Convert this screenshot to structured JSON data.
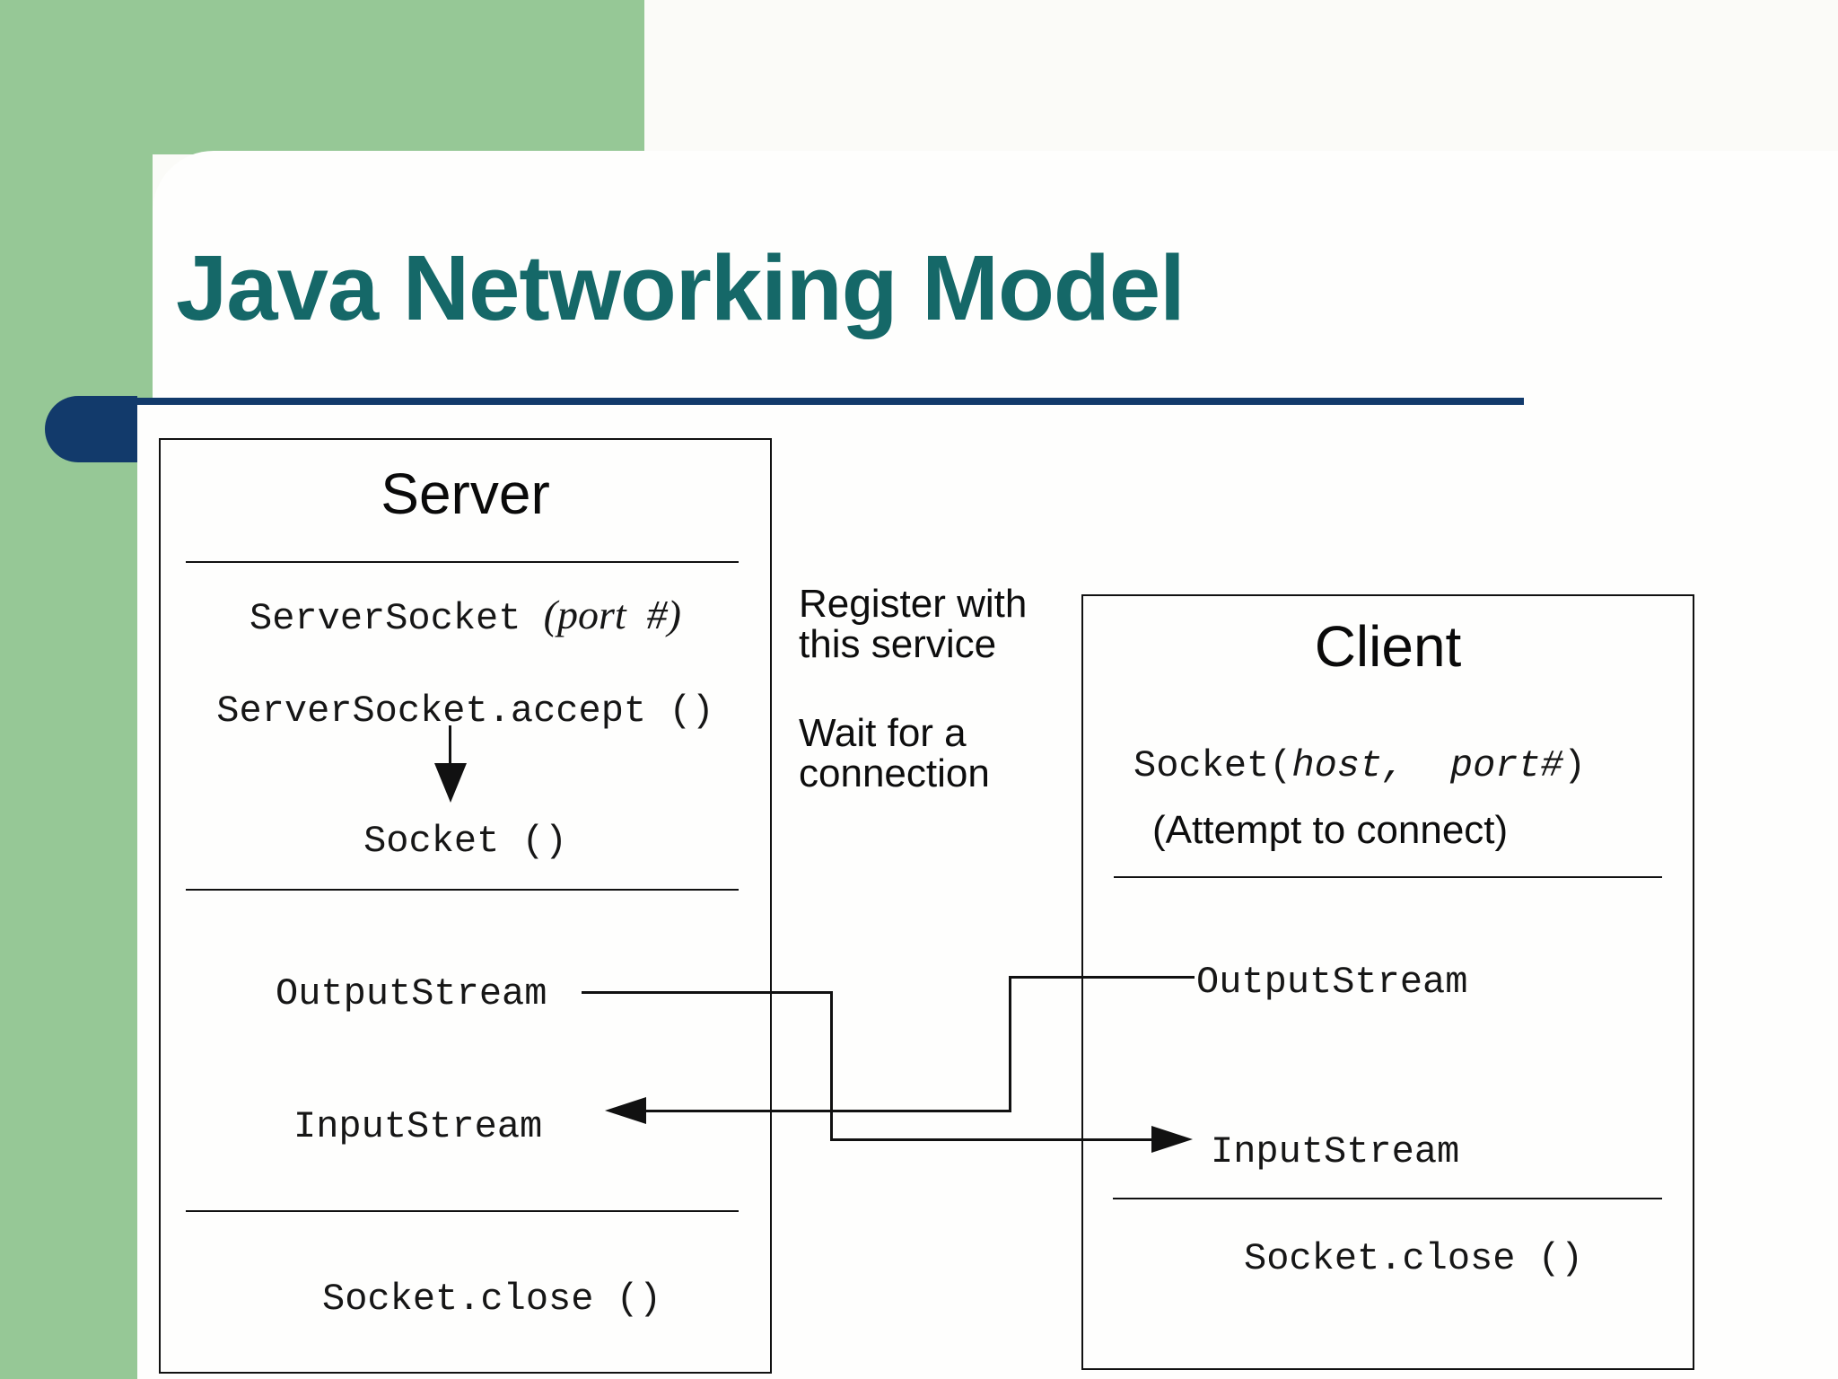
{
  "slide": {
    "title": "Java Networking Model"
  },
  "server_box": {
    "title": "Server",
    "create_mono": "ServerSocket ",
    "create_args": "(port  #)",
    "accept": "ServerSocket.accept ()",
    "socket": "Socket ()",
    "output_stream": "OutputStream",
    "input_stream": "InputStream",
    "close": "Socket.close ()"
  },
  "client_box": {
    "title": "Client",
    "create_pre": "Socket(",
    "create_args": "host,  port#",
    "create_post": ")",
    "attempt": "(Attempt to connect)",
    "output_stream": "OutputStream",
    "input_stream": "InputStream",
    "close": "Socket.close ()"
  },
  "annotations": {
    "register_line1": "Register with",
    "register_line2": "this service",
    "wait_line1": "Wait for a",
    "wait_line2": "connection"
  },
  "colors": {
    "accent_green": "#96c896",
    "accent_navy": "#123a6b",
    "title_teal": "#156868",
    "diagram_ink": "#111111",
    "sheet_white": "#fefefd"
  }
}
